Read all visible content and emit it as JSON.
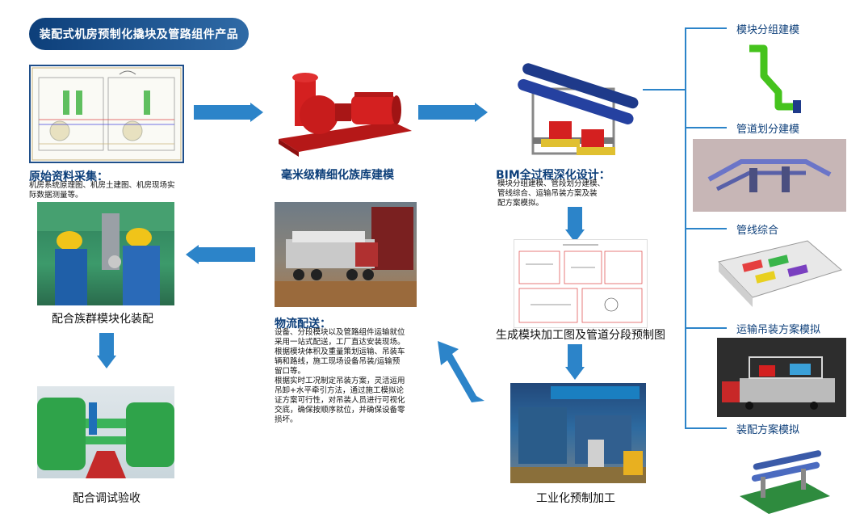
{
  "header": {
    "title": "装配式机房预制化撬块及管路组件产品"
  },
  "steps": {
    "raw": {
      "title": "原始资料采集：",
      "desc1": "机房系统原理图、机房土建图、机房现场实",
      "desc2": "际数据测量等。"
    },
    "modeling": {
      "title": "毫米级精细化族库建模"
    },
    "bim": {
      "title": "BIM全过程深化设计：",
      "l1": "模块分组建模、管段划分建模、",
      "l2": "管线综合、运输吊装方案及装",
      "l3": "配方案模拟。"
    },
    "drawing": {
      "title": "生成模块加工图及管道分段预制图"
    },
    "factory": {
      "title": "工业化预制加工"
    },
    "logistics": {
      "title": "物流配送：",
      "lines": [
        "设备、分段模块以及管路组件运输就位",
        "采用一站式配送，工厂直达安装现场。",
        "根据模块体积及重量策划运输、吊装车",
        "辆和路线，施工现场设备吊装/运输预",
        "留口等。",
        "根据实时工况制定吊装方案，灵活运用",
        "吊卸+水平牵引方法，通过施工模拟论",
        "证方案可行性，对吊装人员进行可视化",
        "交底，确保按顺序就位，并确保设备零",
        "损坏。"
      ]
    },
    "assembly": {
      "title": "配合族群模块化装配"
    },
    "commissioning": {
      "title": "配合调试验收"
    }
  },
  "right_branches": [
    {
      "label": "模块分组建模"
    },
    {
      "label": "管道划分建模"
    },
    {
      "label": "管线综合"
    },
    {
      "label": "运输吊装方案模拟"
    },
    {
      "label": "装配方案模拟"
    }
  ],
  "colors": {
    "accent": "#0d3f7a",
    "arrow": "#2c84c9",
    "pump": "#d42020"
  }
}
